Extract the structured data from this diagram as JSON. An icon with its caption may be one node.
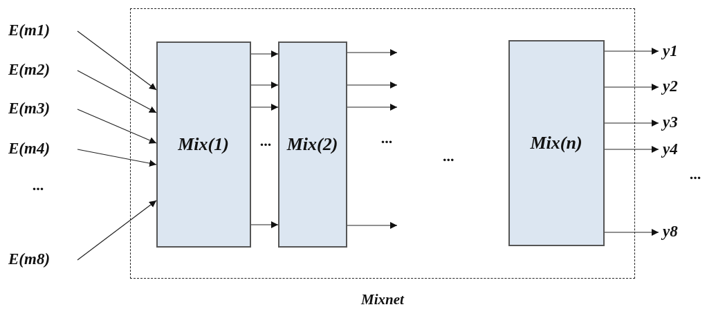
{
  "diagram": {
    "nodes": [
      {
        "text": [
          "E(m1)"
        ]
      },
      {
        "text": [
          "E(m2)"
        ]
      },
      {
        "text": [
          "E(m3)"
        ]
      },
      {
        "text": [
          "E(m4)"
        ]
      },
      {
        "text": [
          "E(m8)"
        ]
      },
      {
        "text": [
          "Mixnet"
        ]
      },
      {
        "text": [
          "Mix(1)"
        ],
        "in": 5
      },
      {
        "text": [
          "Mix(2)"
        ],
        "in": 5
      },
      {
        "text": [
          "Mix(n)"
        ],
        "in": 5
      },
      {
        "text": [
          "y1"
        ]
      },
      {
        "text": [
          "y2"
        ]
      },
      {
        "text": [
          "y3"
        ]
      },
      {
        "text": [
          "y4"
        ]
      },
      {
        "text": [
          "y8"
        ]
      }
    ],
    "edges": [
      {
        "from": 0,
        "to": 6,
        "arrow": "to"
      },
      {
        "from": 1,
        "to": 6,
        "arrow": "to"
      },
      {
        "from": 2,
        "to": 6,
        "arrow": "to"
      },
      {
        "from": 3,
        "to": 6,
        "arrow": "to"
      },
      {
        "from": 4,
        "to": 6,
        "arrow": "to"
      },
      {
        "from": 6,
        "to": 7,
        "arrow": "to"
      },
      {
        "from": 6,
        "to": 7,
        "arrow": "to"
      },
      {
        "from": 6,
        "to": 7,
        "arrow": "to"
      },
      {
        "from": 6,
        "to": 7,
        "arrow": "to"
      },
      {
        "from": 7,
        "to": null,
        "arrow": "to"
      },
      {
        "from": 7,
        "to": null,
        "arrow": "to"
      },
      {
        "from": 7,
        "to": null,
        "arrow": "to"
      },
      {
        "from": 7,
        "to": null,
        "arrow": "to"
      },
      {
        "from": 8,
        "to": 9,
        "arrow": "to"
      },
      {
        "from": 8,
        "to": 10,
        "arrow": "to"
      },
      {
        "from": 8,
        "to": 11,
        "arrow": "to"
      },
      {
        "from": 8,
        "to": 12,
        "arrow": "to"
      },
      {
        "from": 8,
        "to": 13,
        "arrow": "to"
      }
    ],
    "labels": [
      "...",
      "...",
      "...",
      "...",
      "..."
    ]
  }
}
